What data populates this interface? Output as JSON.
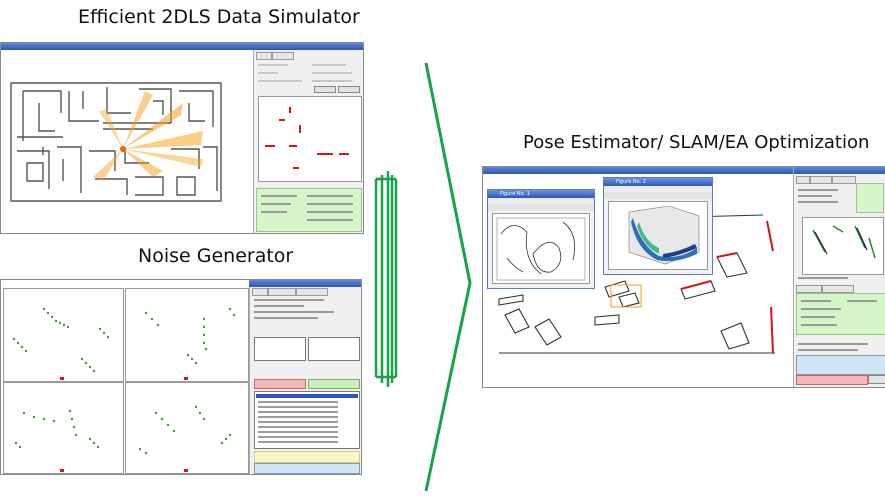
{
  "headings": {
    "simulator": "Efficient 2DLS Data Simulator",
    "noise": "Noise Generator",
    "estimator": "Pose Estimator/ SLAM/EA Optimization"
  },
  "windows": {
    "figure_1": "Figure No. 1",
    "figure_2": "Figure No. 2"
  },
  "colors": {
    "arrow": "#16a34a",
    "scan_points": "#3c9e2c",
    "scan_red": "#d81414",
    "title_bar": "#2d57b8",
    "status_red": "#f4b8b8",
    "status_green": "#c8f0b8"
  },
  "icons": [
    "arrow-right-icon"
  ]
}
